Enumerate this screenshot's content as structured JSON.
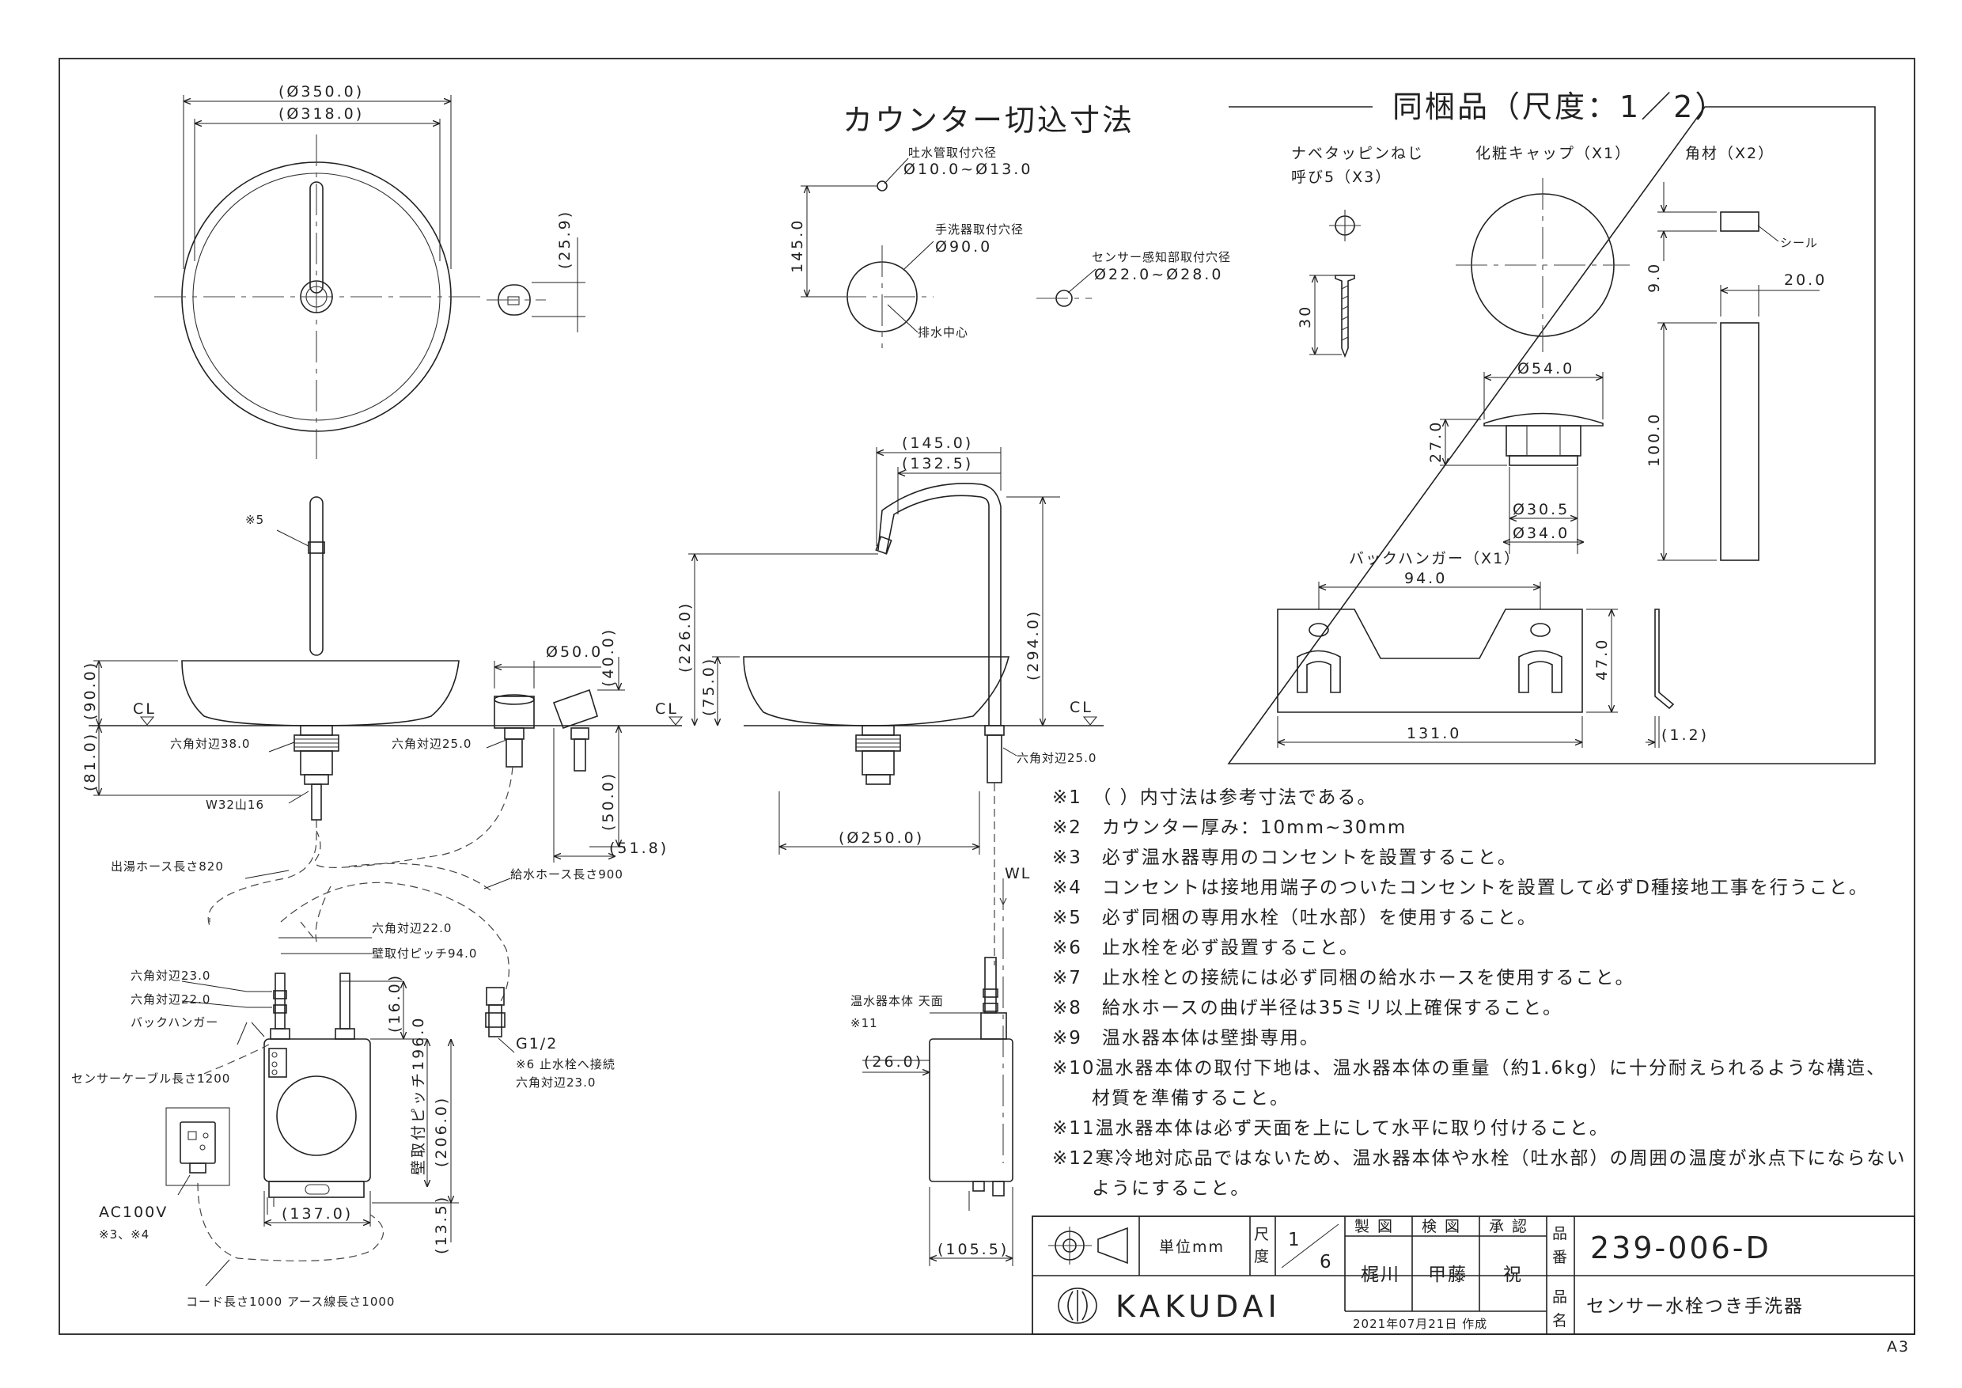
{
  "sheet": {
    "paper_size": "A3",
    "brand": "KAKUDAI",
    "product_name": "センサー水栓つき手洗器",
    "drawing_number": "239-006-D",
    "unit_label": "単位mm",
    "scale_label": "尺度",
    "scale_num": "1",
    "scale_den": "6",
    "table_headers": [
      "製 図",
      "検 図",
      "承 認"
    ],
    "table_names": [
      "梶川",
      "甲藤",
      "祝"
    ],
    "date": "2021年07月21日 作成",
    "label_hinban": "品番",
    "label_hinmei": "品名"
  },
  "top_view": {
    "dim_outer": "(Ø350.0)",
    "dim_inner": "(Ø318.0)",
    "dim_sensor": "(25.9)"
  },
  "counter_cutout": {
    "title": "カウンター切込寸法",
    "spout_hole_label": "吐水管取付穴径",
    "spout_hole_value": "Ø10.0~Ø13.0",
    "basin_hole_label": "手洗器取付穴径",
    "basin_hole_value": "Ø90.0",
    "sensor_hole_label": "センサー感知部取付穴径",
    "sensor_hole_value": "Ø22.0~Ø28.0",
    "dim_145": "145.0",
    "drain_center": "排水中心"
  },
  "included_parts": {
    "title": "同梱品（尺度：1／2）",
    "screw_label": "ナベタッピンねじ",
    "screw_sub": "呼び5（X3）",
    "screw_len": "30",
    "cap_label": "化粧キャップ（X1）",
    "cap_dia": "Ø54.0",
    "cap_h": "27.0",
    "cap_d1": "Ø30.5",
    "cap_d2": "Ø34.0",
    "block_label": "角材（X2）",
    "block_seal": "シール",
    "block_9": "9.0",
    "block_20": "20.0",
    "block_100": "100.0",
    "hanger_label": "バックハンガー（X1）",
    "hanger_94": "94.0",
    "hanger_131": "131.0",
    "hanger_47": "47.0",
    "hanger_t": "(1.2)"
  },
  "front_view": {
    "cl": "CL",
    "note5": "※5",
    "dim_90": "(90.0)",
    "dim_81": "(81.0)",
    "hex38": "六角対辺38.0",
    "w32": "W32山16",
    "hex25": "六角対辺25.0",
    "dim_50": "Ø50.0",
    "dim_40": "(40.0)",
    "dim_50v": "(50.0)",
    "dim_518": "(51.8)",
    "hot_hose": "出湯ホース長さ820",
    "water_hose": "給水ホース長さ900",
    "hex22": "六角対辺22.0",
    "pitch94": "壁取付ピッチ94.0",
    "hex23": "六角対辺23.0",
    "hex22b": "六角対辺22.0",
    "hanger": "バックハンガー",
    "sensor_cable": "センサーケーブル長さ1200",
    "dim_16": "(16.0)",
    "g12": "G1/2",
    "note6": "※6 止水栓へ接続",
    "hex23b": "六角対辺23.0",
    "pitch196": "壁取付ピッチ196.0",
    "dim_206": "(206.0)",
    "dim_137": "(137.0)",
    "dim_135": "(13.5)",
    "ac100": "AC100V",
    "note34": "※3、※4",
    "cord": "コード長さ1000 アース線長さ1000"
  },
  "side_view": {
    "dim_145": "(145.0)",
    "dim_1325": "(132.5)",
    "dim_226": "(226.0)",
    "dim_294": "(294.0)",
    "dim_75": "(75.0)",
    "cl": "CL",
    "hex25": "六角対辺25.0",
    "dim_250": "(Ø250.0)",
    "wl": "WL",
    "heater_top": "温水器本体 天面",
    "note11": "※11",
    "dim_26": "(26.0)",
    "dim_1055": "(105.5)"
  },
  "notes": [
    "※1　（ ）内寸法は参考寸法である。",
    "※2　カウンター厚み：10mm~30mm",
    "※3　必ず温水器専用のコンセントを設置すること。",
    "※4　コンセントは接地用端子のついたコンセントを設置して必ずD種接地工事を行うこと。",
    "※5　必ず同梱の専用水栓（吐水部）を使用すること。",
    "※6　止水栓を必ず設置すること。",
    "※7　止水栓との接続には必ず同梱の給水ホースを使用すること。",
    "※8　給水ホースの曲げ半径は35ミリ以上確保すること。",
    "※9　温水器本体は壁掛専用。",
    "※10温水器本体の取付下地は、温水器本体の重量（約1.6kg）に十分耐えられるような構造、",
    "　　材質を準備すること。",
    "※11温水器本体は必ず天面を上にして水平に取り付けること。",
    "※12寒冷地対応品ではないため、温水器本体や水栓（吐水部）の周囲の温度が氷点下にならない",
    "　　ようにすること。"
  ]
}
